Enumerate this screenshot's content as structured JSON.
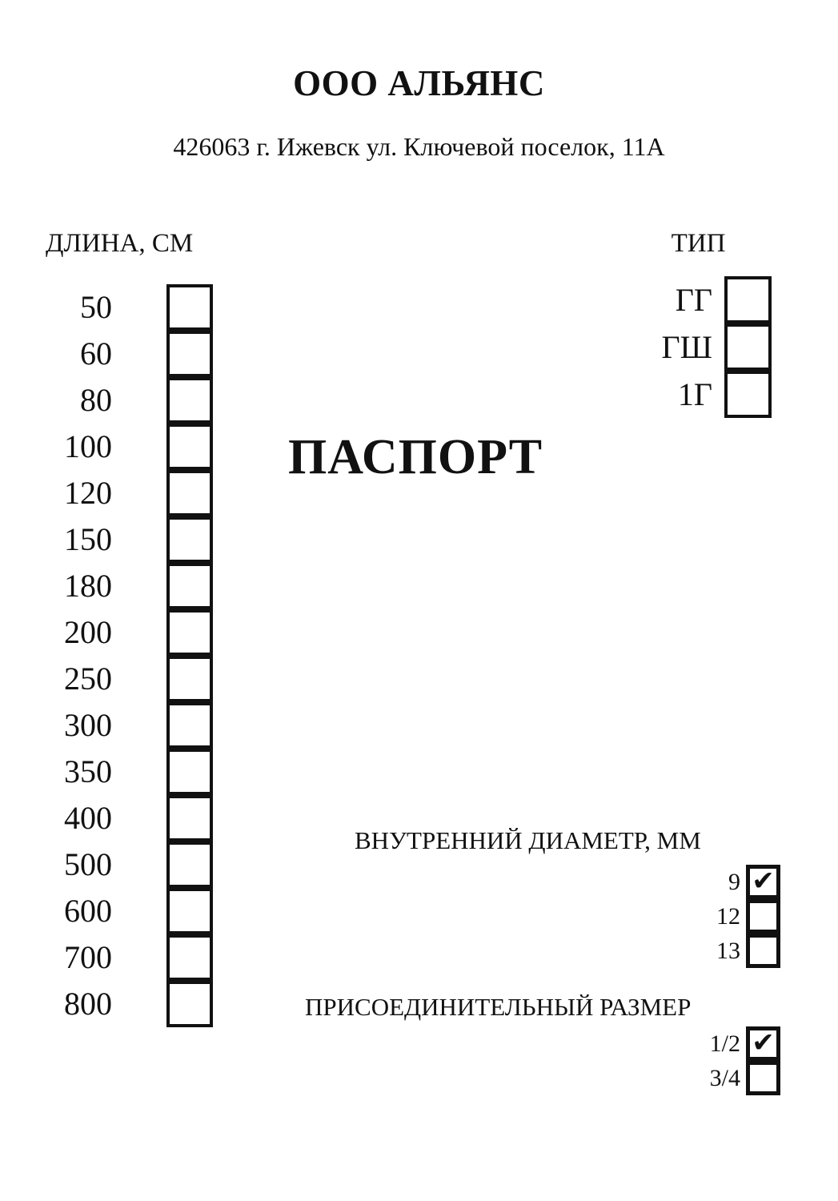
{
  "header": {
    "company": "ООО АЛЬЯНС",
    "address": "426063 г. Ижевск ул. Ключевой поселок, 11А"
  },
  "document": {
    "title": "ПАСПОРТ"
  },
  "length": {
    "header": "ДЛИНА, СМ",
    "unit": "см",
    "options": [
      {
        "label": "50",
        "checked": false
      },
      {
        "label": "60",
        "checked": false
      },
      {
        "label": "80",
        "checked": false
      },
      {
        "label": "100",
        "checked": false
      },
      {
        "label": "120",
        "checked": false
      },
      {
        "label": "150",
        "checked": false
      },
      {
        "label": "180",
        "checked": false
      },
      {
        "label": "200",
        "checked": false
      },
      {
        "label": "250",
        "checked": false
      },
      {
        "label": "300",
        "checked": false
      },
      {
        "label": "350",
        "checked": false
      },
      {
        "label": "400",
        "checked": false
      },
      {
        "label": "500",
        "checked": false
      },
      {
        "label": "600",
        "checked": false
      },
      {
        "label": "700",
        "checked": false
      },
      {
        "label": "800",
        "checked": false
      }
    ]
  },
  "type": {
    "header": "ТИП",
    "options": [
      {
        "label": "ГГ",
        "checked": false
      },
      {
        "label": "ГШ",
        "checked": false
      },
      {
        "label": "1Г",
        "checked": false
      }
    ]
  },
  "inner_diameter": {
    "header": "ВНУТРЕННИЙ ДИАМЕТР, ММ",
    "unit": "мм",
    "options": [
      {
        "label": "9",
        "checked": true
      },
      {
        "label": "12",
        "checked": false
      },
      {
        "label": "13",
        "checked": false
      }
    ]
  },
  "connection_size": {
    "header": "ПРИСОЕДИНИТЕЛЬНЫЙ РАЗМЕР",
    "options": [
      {
        "label": "1/2",
        "checked": true
      },
      {
        "label": "3/4",
        "checked": false
      }
    ]
  },
  "glyphs": {
    "check": "✔"
  },
  "colors": {
    "ink": "#111111",
    "paper": "#ffffff"
  }
}
